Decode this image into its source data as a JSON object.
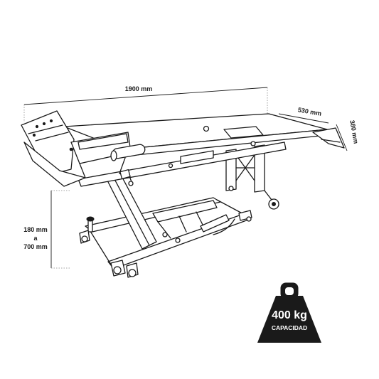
{
  "dimensions": {
    "length": "1900 mm",
    "width": "530 mm",
    "ramp": "380 mm",
    "height_min": "180 mm",
    "height_connector": "a",
    "height_max": "700 mm"
  },
  "badge": {
    "capacity": "400 kg",
    "label": "CAPACIDAD"
  },
  "colors": {
    "line": "#1a1a1a",
    "background": "#ffffff",
    "badge": "#1a1a1a"
  }
}
